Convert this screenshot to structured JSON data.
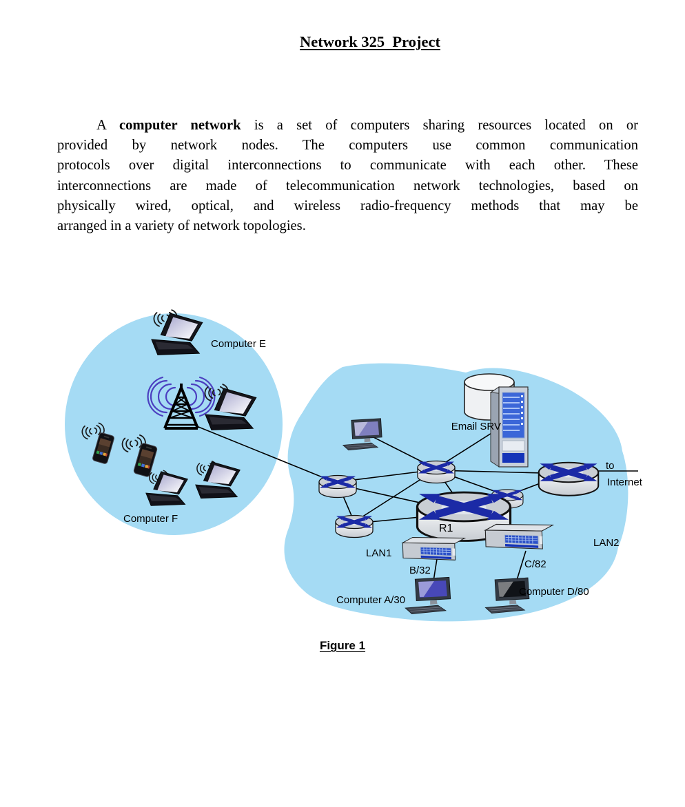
{
  "page": {
    "title": "Network 325  Project",
    "figure_caption": "Figure 1"
  },
  "intro": {
    "line1_prefix": "A ",
    "line1_bold": "computer network",
    "line1_rest": " is a set of computers sharing resources located on or",
    "lines": [
      "provided by network nodes. The computers use common communication",
      "protocols over digital interconnections to communicate with each other. These",
      "interconnections are made of telecommunication network technologies, based on",
      "physically wired, optical, and wireless radio-frequency methods that may be",
      "arranged in a variety of network topologies."
    ]
  },
  "diagram": {
    "labels": {
      "computer_e": "Computer E",
      "computer_f": "Computer F",
      "email_srv": "Email SRV",
      "to": "to",
      "internet": "Internet",
      "r1": "R1",
      "lan1": "LAN1",
      "lan2": "LAN2",
      "b32": "B/32",
      "c82": "C/82",
      "computer_a": "Computer A/30",
      "computer_d": "Computer D/80"
    },
    "colors": {
      "cloud": "#A5DBF4",
      "router_x": "#1B2AA6",
      "router_top": "#C9CED4",
      "tower_waves": "#4B3FC0",
      "server_panel": "#3B66D8",
      "server_band": "#1433B8",
      "link": "#000000"
    }
  }
}
